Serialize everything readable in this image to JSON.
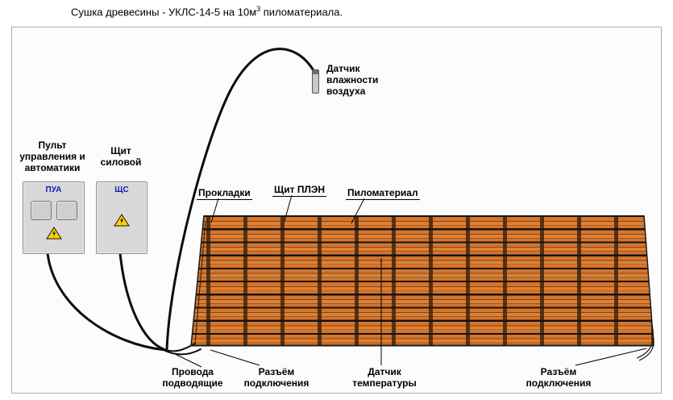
{
  "title": {
    "prefix": "Сушка древесины - УКЛС-14-5 на 10м",
    "sup": "3",
    "suffix": " пиломатериала."
  },
  "labels": {
    "humidity_sensor": "Датчик\nвлажности\nвоздуха",
    "control_panel": "Пульт\nуправления и\nавтоматики",
    "power_panel": "Щит\nсиловой",
    "pua": "ПУА",
    "shs": "ЩС",
    "spacers": "Прокладки",
    "plen": "Щит ПЛЭН",
    "lumber": "Пиломатериал",
    "wires": "Провода\nподводящие",
    "connector_left": "Разъём\nподключения",
    "temp_sensor": "Датчик\nтемпературы",
    "connector_right": "Разъём\nподключения"
  },
  "palette": {
    "lumber_orange": "#d4752c",
    "board_line": "#8a4412",
    "divider_black": "#141414",
    "box_gray": "#d8d8d8",
    "label_blue": "#1a18b0",
    "warning_yellow": "#ffd000",
    "cable_black": "#0d0d0d"
  }
}
